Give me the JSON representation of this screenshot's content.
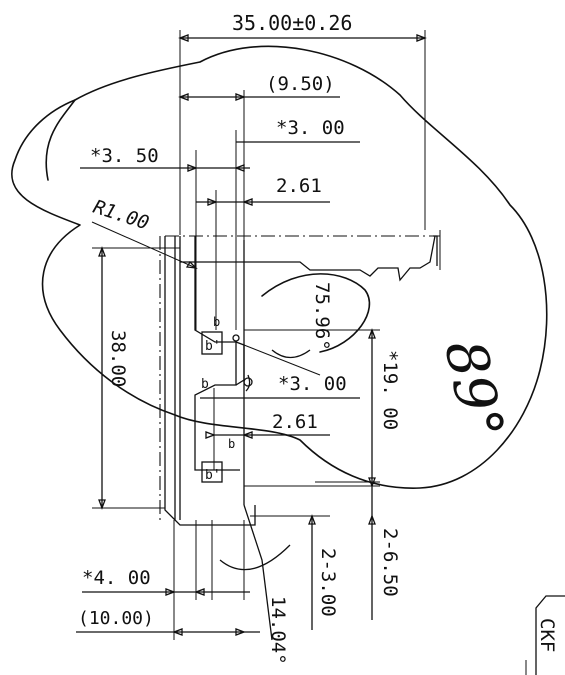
{
  "drawing": {
    "dimensions": {
      "overall_width": "35.00±0.26",
      "ref_width": "(9.50)",
      "width_3_50": "*3. 50",
      "width_3_00_top": "*3. 00",
      "width_2_61_top": "2.61",
      "radius": "R1.00",
      "height_38": "38.00",
      "angle_75": "75.96°",
      "height_19": "*19. 00",
      "width_3_00_mid": "*3. 00",
      "width_2_61_mid": "2.61",
      "width_4_00": "*4. 00",
      "ref_width_10": "(10.00)",
      "spacing_2_3": "2-3.00",
      "spacing_2_6": "2-6.50",
      "angle_14": "14.04°"
    },
    "symbols": {
      "b_upper": "b",
      "b_lower": "b",
      "b_tri_upper": "b'",
      "b_tri_lower": "b'",
      "b_bottom": "b"
    },
    "handwriting": "89°",
    "corner_stamp": "CKF"
  }
}
